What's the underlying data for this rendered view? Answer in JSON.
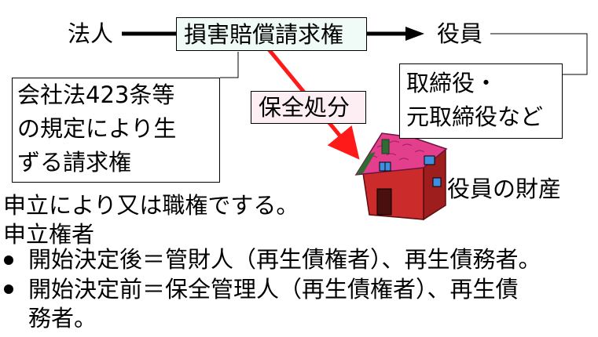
{
  "diagram": {
    "corporation": "法人",
    "claim_right": "損害賠償請求権",
    "officers": "役員",
    "officer_examples": [
      "取締役・",
      "元取締役など"
    ],
    "claim_basis": [
      "会社法423条等",
      "の規定により生",
      "ずる請求権"
    ],
    "preservation": "保全処分",
    "officer_assets": "役員の財産"
  },
  "body": {
    "line1": "申立により又は職権でする。",
    "line2": "申立権者",
    "bullets": [
      "開始決定後＝管財人（再生債権者）、再生債務者。",
      "開始決定前＝保全管理人（再生債権者）、再生債",
      "務者。"
    ]
  },
  "colors": {
    "claim_box_bg": "#f0fbf8",
    "preservation_bg": "#fdeef4",
    "arrow_red": "#ff1a1a",
    "house_wall": "#cc2b2b",
    "house_roof": "#e43f8d",
    "chimney": "#2f6b33"
  }
}
